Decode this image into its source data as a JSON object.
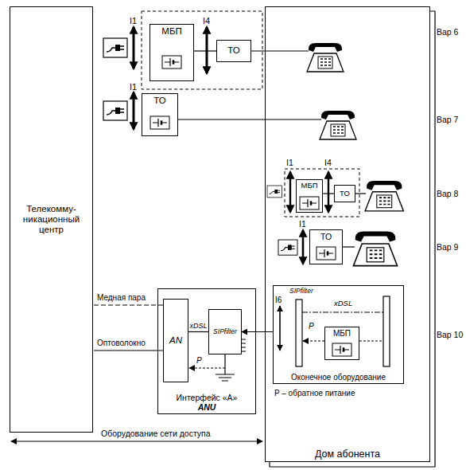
{
  "diagram": {
    "nodes": [
      {
        "text": [
          "Телекомму- никационный центр"
        ]
      },
      {
        "text": [
          "Дом абонента"
        ]
      },
      {
        "text": [
          "МБП"
        ]
      },
      {
        "text": [
          "ТО"
        ]
      },
      {
        "text": [
          "ТО"
        ]
      },
      {
        "text": [
          "МБП"
        ],
        "in": 1
      },
      {
        "text": [
          "ТО"
        ],
        "in": 1
      },
      {
        "text": [
          "ТО"
        ],
        "in": 1
      },
      {
        "text": [
          "Интерфейс «А»",
          "ANU"
        ]
      },
      {
        "text": [
          "AN"
        ],
        "in": 8
      },
      {
        "text": [
          "SIPfilter"
        ],
        "in": 8
      },
      {
        "text": [
          "Оконечное оборудование"
        ],
        "in": 1
      },
      {
        "text": [
          "МБП"
        ],
        "in": 11
      }
    ],
    "edges": [
      {
        "from": 2,
        "to": 3,
        "arrow": "none"
      },
      {
        "from": 5,
        "to": 6,
        "arrow": "none"
      },
      {
        "from": 9,
        "to": 10,
        "label": "xDSL",
        "arrow": "none"
      },
      {
        "from": 11,
        "to": 10,
        "arrow": "to"
      }
    ],
    "labels": [
      "I1",
      "I4",
      "I1",
      "I1",
      "I4",
      "I1",
      "Медная пара",
      "Оптоволокно",
      "P",
      "I6",
      "SIPfilter",
      "xDSL",
      "P",
      "P – обратное питание",
      "Оборудование сети доступа",
      "Вар 6",
      "Вар 7",
      "Вар 8",
      "Вар 9",
      "Вар 10"
    ]
  }
}
